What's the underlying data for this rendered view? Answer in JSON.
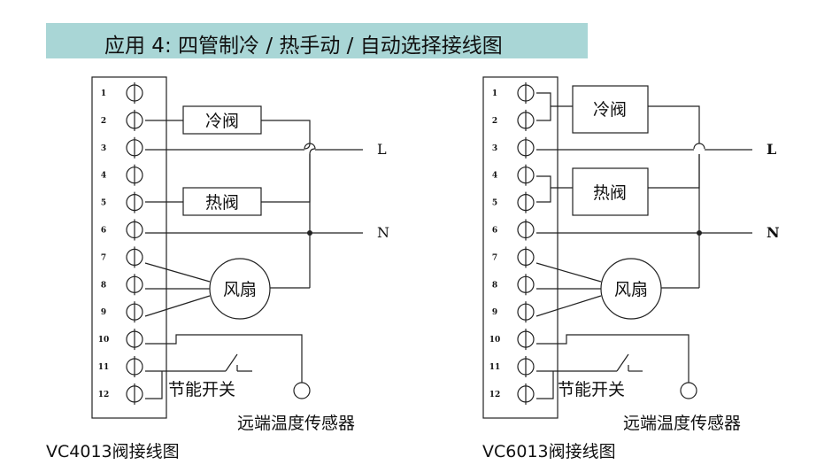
{
  "title": "应用 4: 四管制冷 / 热手动 / 自动选择接线图",
  "terminals": [
    "1",
    "2",
    "3",
    "4",
    "5",
    "6",
    "7",
    "8",
    "9",
    "10",
    "11",
    "12"
  ],
  "left_diagram": {
    "cold_valve": "冷阀",
    "hot_valve": "热阀",
    "fan": "风扇",
    "line_L": "L",
    "line_N": "N",
    "switch_label": "节能开关",
    "sensor_label": "远端温度传感器",
    "caption": "VC4013阀接线图"
  },
  "right_diagram": {
    "cold_valve": "冷阀",
    "hot_valve": "热阀",
    "fan": "风扇",
    "line_L": "L",
    "line_N": "N",
    "switch_label": "节能开关",
    "sensor_label": "远端温度传感器",
    "caption": "VC6013阀接线图"
  }
}
